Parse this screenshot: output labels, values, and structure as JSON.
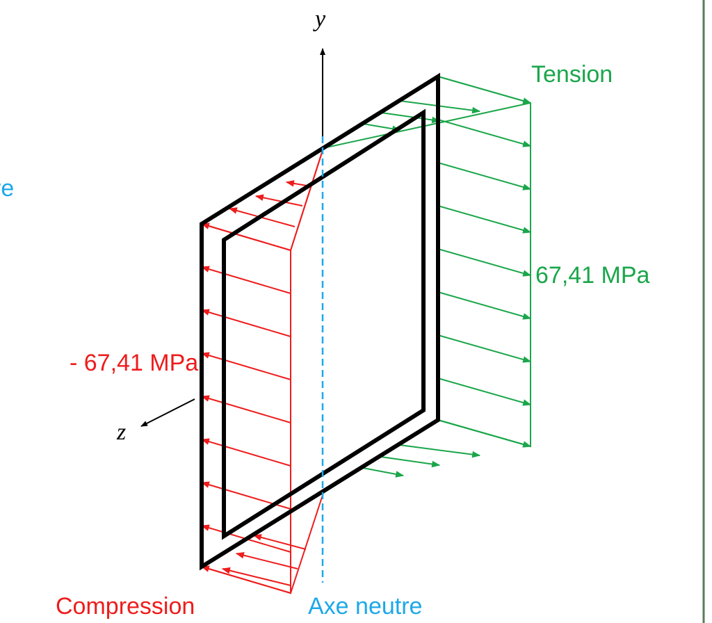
{
  "labels": {
    "axis_y": "y",
    "axis_z": "z",
    "tension": "Tension",
    "compression": "Compression",
    "tension_value": "67,41 MPa",
    "compression_value": "- 67,41 MPa",
    "neutral_axis_bottom": "Axe neutre",
    "neutral_axis_left_partial": "re"
  },
  "stress": {
    "max_tension_mpa": 67.41,
    "max_compression_mpa": -67.41
  },
  "colors": {
    "section": "#000000",
    "tension": "#1aa64a",
    "compression": "#ee1c1c",
    "neutral_axis": "#1ca8e8",
    "axes": "#000000",
    "panel_border": "#5c7a5c"
  }
}
